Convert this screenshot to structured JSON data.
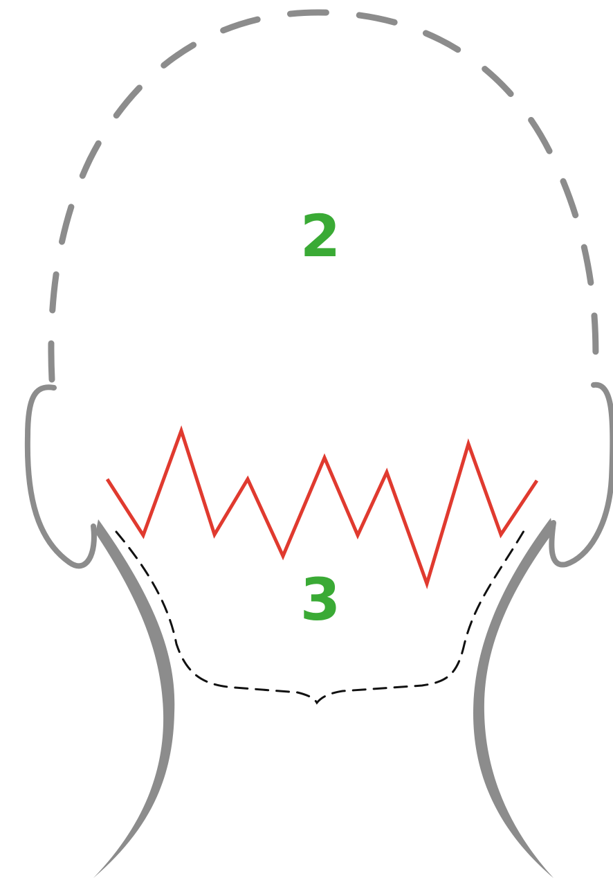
{
  "zones": [
    {
      "id": "top",
      "label": "2"
    },
    {
      "id": "bottom",
      "label": "3"
    }
  ],
  "colors": {
    "label": "#3aaa35",
    "outline": "#8c8c8c",
    "zigzag": "#e03a2f",
    "guide": "#111111"
  }
}
